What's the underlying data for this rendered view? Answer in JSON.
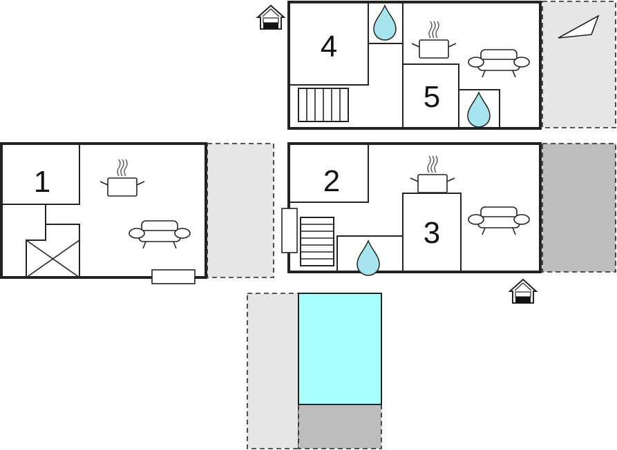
{
  "floor_plan": {
    "room_numbers": [
      "1",
      "2",
      "3",
      "4",
      "5"
    ],
    "colors": {
      "wall": "#222222",
      "terrace_light": "#e6e6e6",
      "terrace_dark": "#bdbdbd",
      "pool": "#aaffff",
      "water_drop": "#a6e4ee"
    },
    "icons": [
      "entrance-icon",
      "water-drop-icon",
      "stove-icon",
      "sofa-icon",
      "stairs-icon",
      "compass-icon"
    ]
  }
}
